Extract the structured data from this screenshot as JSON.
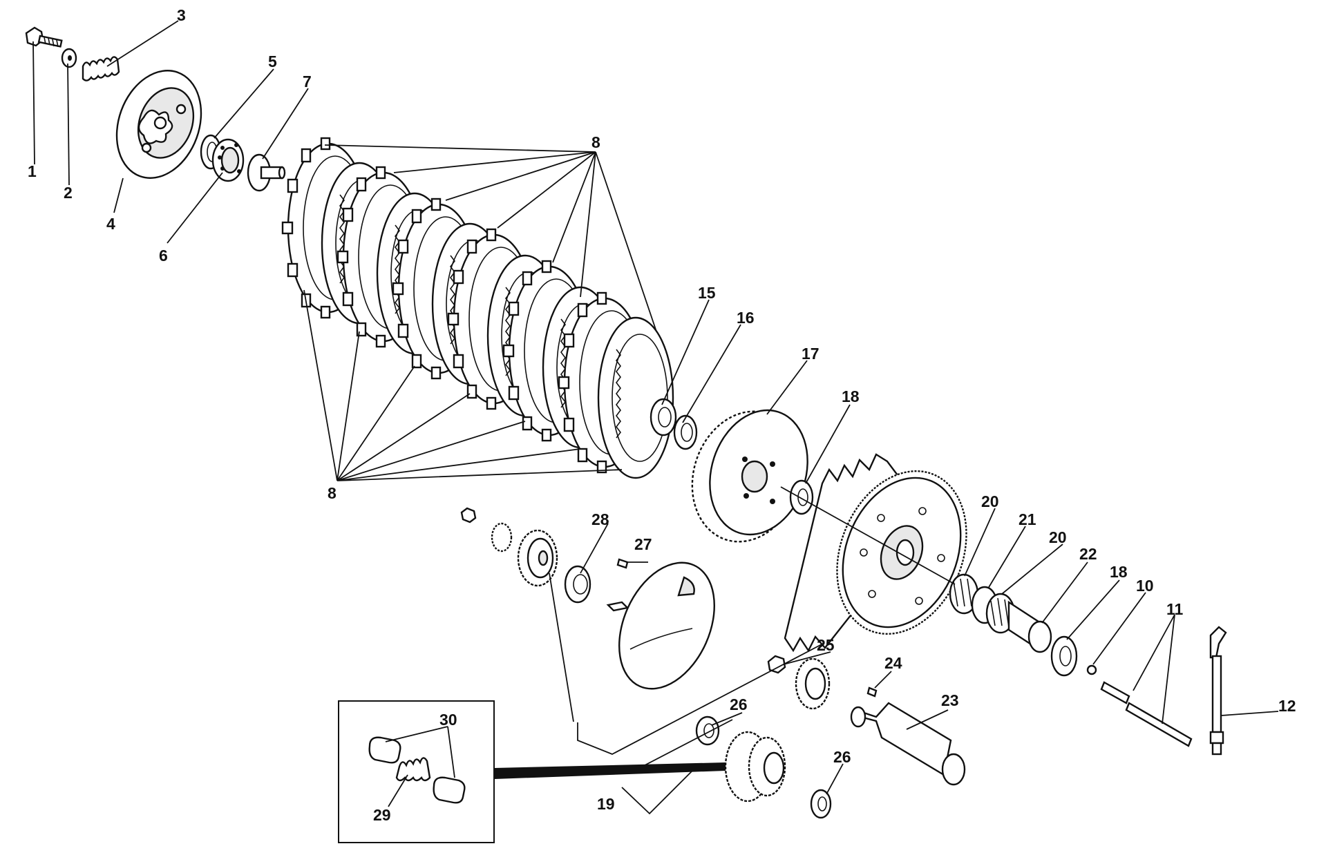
{
  "diagram": {
    "labels": {
      "p1": "1",
      "p2": "2",
      "p3": "3",
      "p4": "4",
      "p5": "5",
      "p6": "6",
      "p7": "7",
      "p8a": "8",
      "p8b": "8",
      "p10": "10",
      "p11": "11",
      "p12": "12",
      "p15": "15",
      "p16": "16",
      "p17": "17",
      "p18a": "18",
      "p18b": "18",
      "p19": "19",
      "p20a": "20",
      "p20b": "20",
      "p21": "21",
      "p22": "22",
      "p23": "23",
      "p24": "24",
      "p25": "25",
      "p26a": "26",
      "p26b": "26",
      "p27": "27",
      "p28": "28",
      "p29": "29",
      "p30": "30"
    }
  }
}
